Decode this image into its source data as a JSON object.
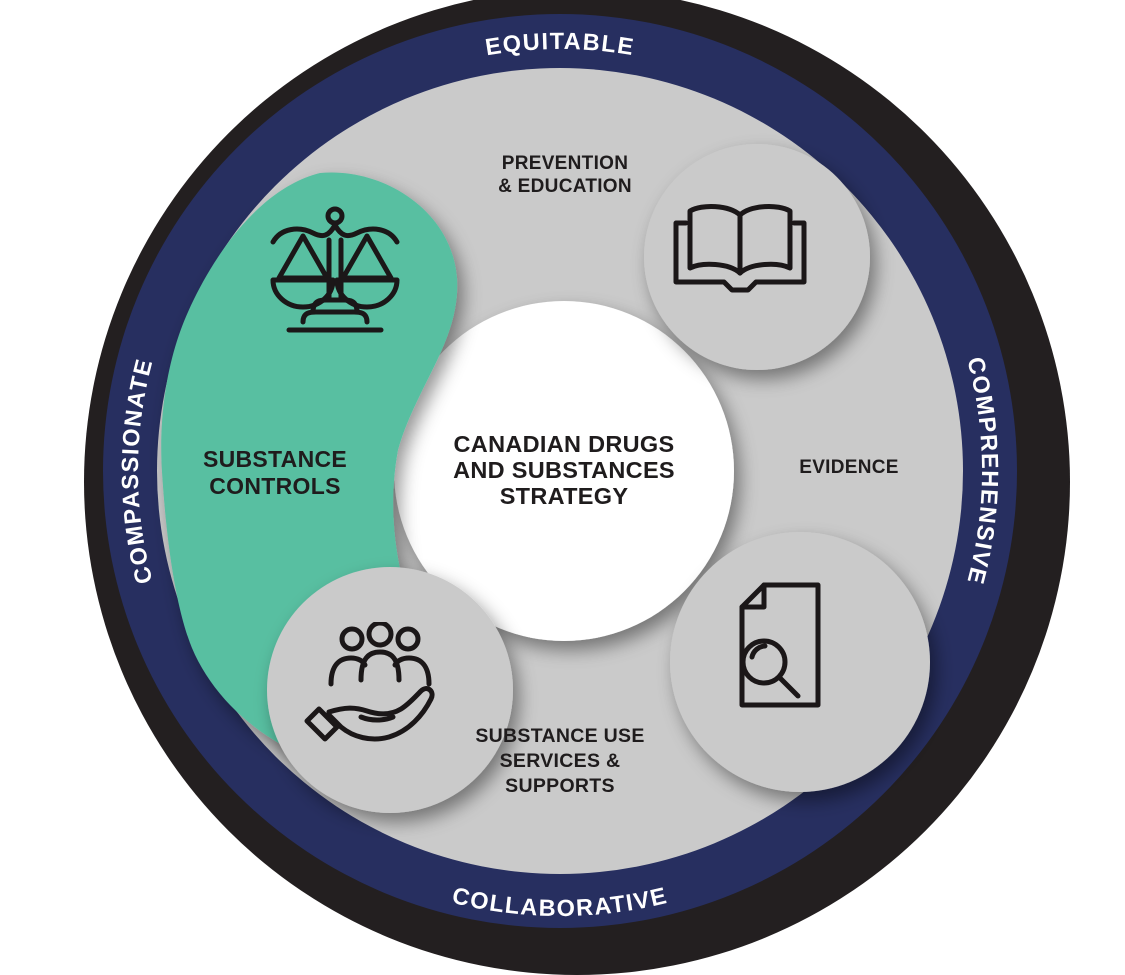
{
  "diagram": {
    "name": "Canadian Drugs and Substances Strategy wheel",
    "center_label": "CANADIAN DRUGS\nAND SUBSTANCES\nSTRATEGY",
    "ring_labels": {
      "top": "EQUITABLE",
      "right": "COMPREHENSIVE",
      "bottom": "COLLABORATIVE",
      "left": "COMPASSIONATE"
    },
    "pillars": {
      "prevention": {
        "label": "PREVENTION\n& EDUCATION",
        "icon": "open-book-icon"
      },
      "evidence": {
        "label": "EVIDENCE",
        "icon": "document-search-icon"
      },
      "services": {
        "label": "SUBSTANCE USE\nSERVICES &\nSUPPORTS",
        "icon": "hand-holding-people-icon"
      },
      "controls": {
        "label": "SUBSTANCE\nCONTROLS",
        "icon": "scales-of-justice-icon",
        "highlighted": "true"
      }
    },
    "colors": {
      "outer_ring": "#231f20",
      "inner_ring": "#272f60",
      "disc": "#cacaca",
      "blob_gray": "#cacaca",
      "highlight": "#58bfa1",
      "center_circle": "#ffffff",
      "ring_text": "#ffffff",
      "label_text": "#1f1c1d"
    }
  }
}
